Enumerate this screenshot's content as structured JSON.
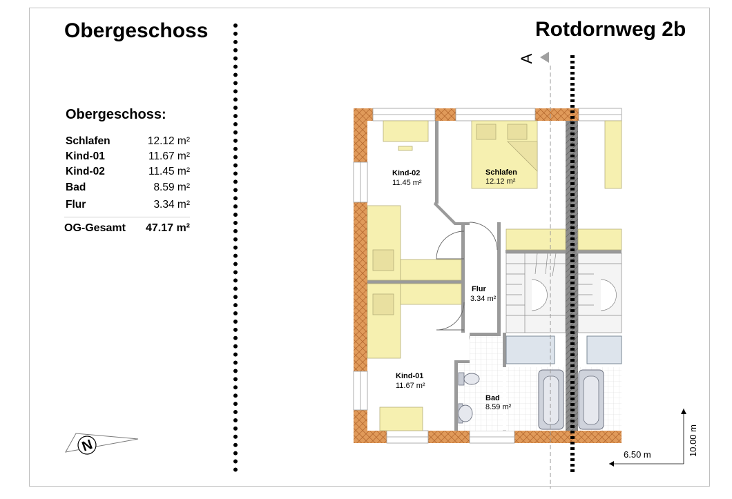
{
  "header": {
    "floor_title": "Obergeschoss",
    "address": "Rotdornweg 2b"
  },
  "area_table": {
    "heading": "Obergeschoss:",
    "rows": [
      {
        "name": "Schlafen",
        "area": "12.12 m²"
      },
      {
        "name": "Kind-01",
        "area": "11.67 m²"
      },
      {
        "name": "Kind-02",
        "area": "11.45 m²"
      },
      {
        "name": "Bad",
        "area": "8.59 m²"
      },
      {
        "name": "Flur",
        "area": "3.34 m²"
      }
    ],
    "total": {
      "name": "OG-Gesamt",
      "area": "47.17 m²"
    }
  },
  "plan": {
    "rooms": [
      {
        "name": "Kind-02",
        "area": "11.45 m²"
      },
      {
        "name": "Schlafen",
        "area": "12.12 m²"
      },
      {
        "name": "Flur",
        "area": "3.34 m²"
      },
      {
        "name": "Kind-01",
        "area": "11.67 m²"
      },
      {
        "name": "Bad",
        "area": "8.59 m²"
      }
    ],
    "section_marker": "A",
    "dimensions": {
      "width": "6.50 m",
      "height": "10.00 m"
    },
    "north_arrow_label": "N",
    "colors": {
      "wall_hatch": "#d98a4a",
      "furniture": "#f6f0b0",
      "partition": "#8c8c8c",
      "glass": "#cfe0ee"
    }
  }
}
